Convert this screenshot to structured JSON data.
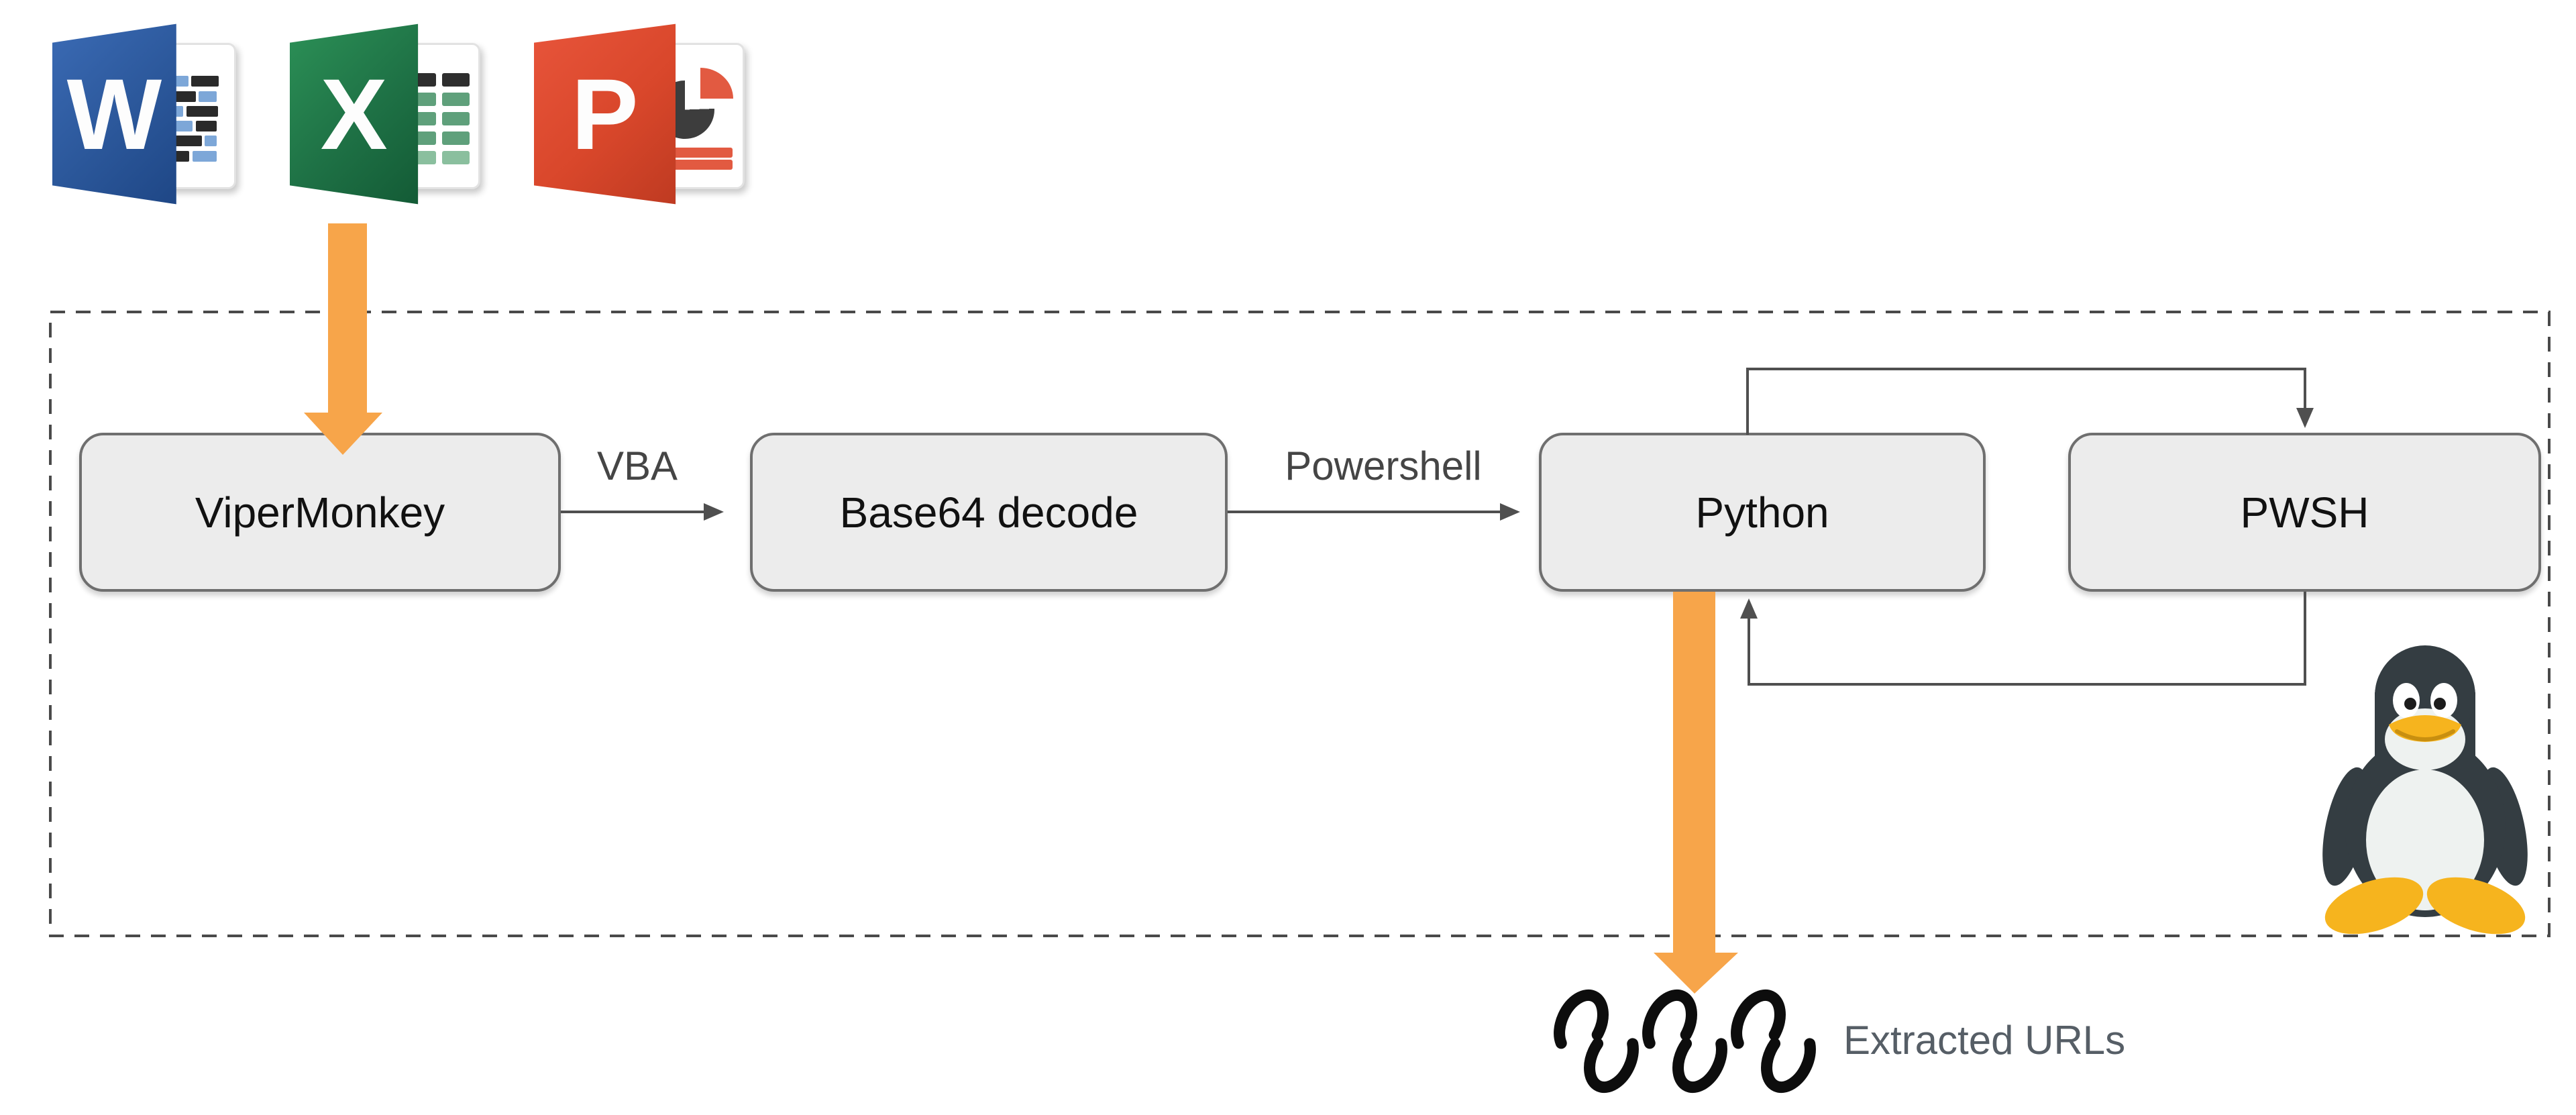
{
  "icons": {
    "word": {
      "letter": "W"
    },
    "excel": {
      "letter": "X"
    },
    "powerpoint": {
      "letter": "P"
    }
  },
  "nodes": {
    "vipermonkey": {
      "label": "ViperMonkey"
    },
    "base64": {
      "label": "Base64 decode"
    },
    "python": {
      "label": "Python"
    },
    "pwsh": {
      "label": "PWSH"
    }
  },
  "edge_labels": {
    "vba": "VBA",
    "powershell": "Powershell"
  },
  "output": {
    "label": "Extracted URLs"
  },
  "colors": {
    "arrow_orange": "#F7A54A",
    "node_fill": "#ECECEC",
    "node_border": "#6F6F6F",
    "connector_gray": "#4F4F4F",
    "dashed_border": "#4A4A4A",
    "word_blue": "#2B579A",
    "excel_green": "#1E7145",
    "powerpoint_red": "#D9472B",
    "tux_body": "#343D42",
    "tux_yellow": "#F6B41E",
    "link_icon_black": "#0D0D0D",
    "edge_label_gray": "#454545",
    "output_label_gray": "#565E66"
  }
}
